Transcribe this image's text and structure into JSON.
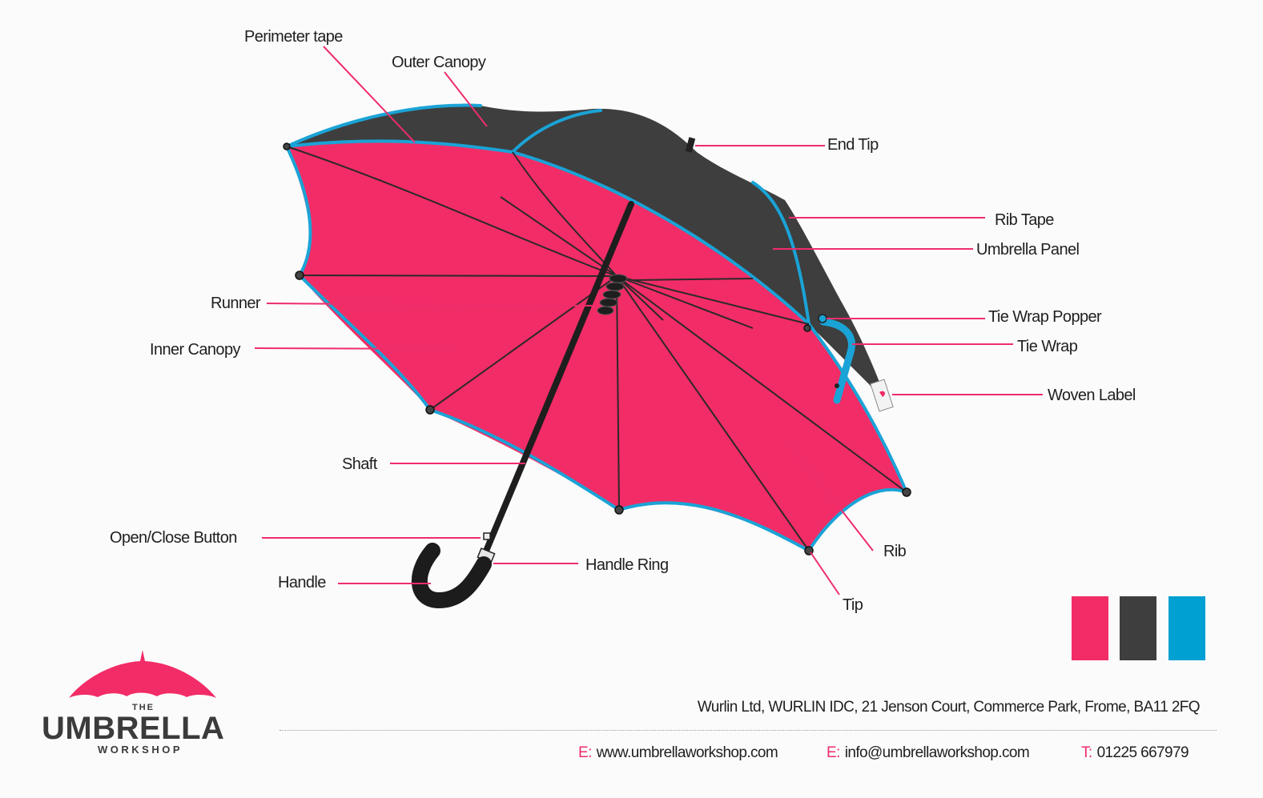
{
  "labels": {
    "perimeter_tape": "Perimeter tape",
    "outer_canopy": "Outer Canopy",
    "end_tip": "End Tip",
    "rib_tape": "Rib Tape",
    "umbrella_panel": "Umbrella Panel",
    "runner": "Runner",
    "inner_canopy": "Inner Canopy",
    "tie_wrap_popper": "Tie Wrap Popper",
    "tie_wrap": "Tie Wrap",
    "woven_label": "Woven Label",
    "shaft": "Shaft",
    "open_close_button": "Open/Close Button",
    "handle_ring": "Handle Ring",
    "handle": "Handle",
    "rib": "Rib",
    "tip": "Tip"
  },
  "colors": {
    "inner_canopy": "#f22c66",
    "outer_canopy": "#3e3e3e",
    "tape": "#1aa3d6",
    "leader_line": "#ef2d6c",
    "swatches": [
      "#f22c66",
      "#3e3e3e",
      "#00a0d2"
    ]
  },
  "logo": {
    "the": "THE",
    "name": "UMBRELLA",
    "sub": "WORKSHOP"
  },
  "footer": {
    "address": "Wurlin Ltd, WURLIN IDC, 21 Jenson Court, Commerce Park, Frome, BA11 2FQ",
    "web_key": "E:",
    "web": "www.umbrellaworkshop.com",
    "email_key": "E:",
    "email": "info@umbrellaworkshop.com",
    "phone_key": "T:",
    "phone": "01225 667979"
  }
}
